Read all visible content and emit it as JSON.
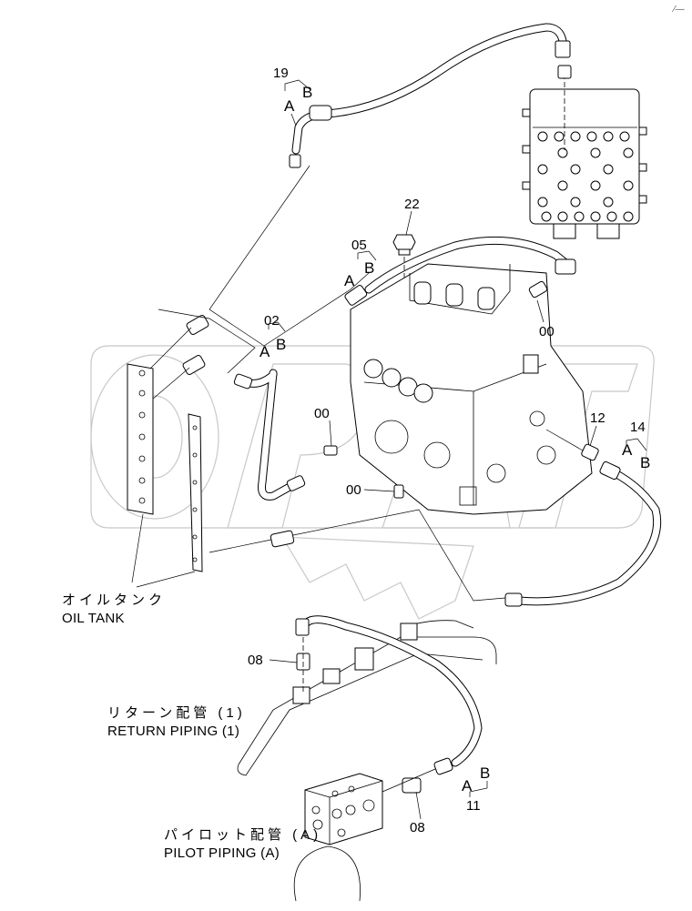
{
  "diagram": {
    "title": "Pilot / return piping exploded view",
    "watermark": "OPAT",
    "corner_mark": "⁄—"
  },
  "callouts": {
    "c19": {
      "num": "19",
      "a": "A",
      "b": "B"
    },
    "c05": {
      "num": "05",
      "a": "A",
      "b": "B"
    },
    "c02": {
      "num": "02",
      "a": "A",
      "b": "B"
    },
    "c14": {
      "num": "14",
      "a": "A",
      "b": "B"
    },
    "c11": {
      "num": "11",
      "a": "A",
      "b": "B"
    },
    "c22": "22",
    "c12": "12",
    "c00_top": "00",
    "c00_mid": "00",
    "c00_low": "00",
    "c08_upper": "08",
    "c08_lower": "08"
  },
  "captions": {
    "oil_tank": {
      "jp": "オイルタンク",
      "en": "OIL  TANK"
    },
    "return_piping": {
      "jp": "リターン配管 (1)",
      "en": "RETURN  PIPING (1)"
    },
    "pilot_piping": {
      "jp": "パイロット配管 (A)",
      "en": "PILOT  PIPING (A)"
    }
  }
}
